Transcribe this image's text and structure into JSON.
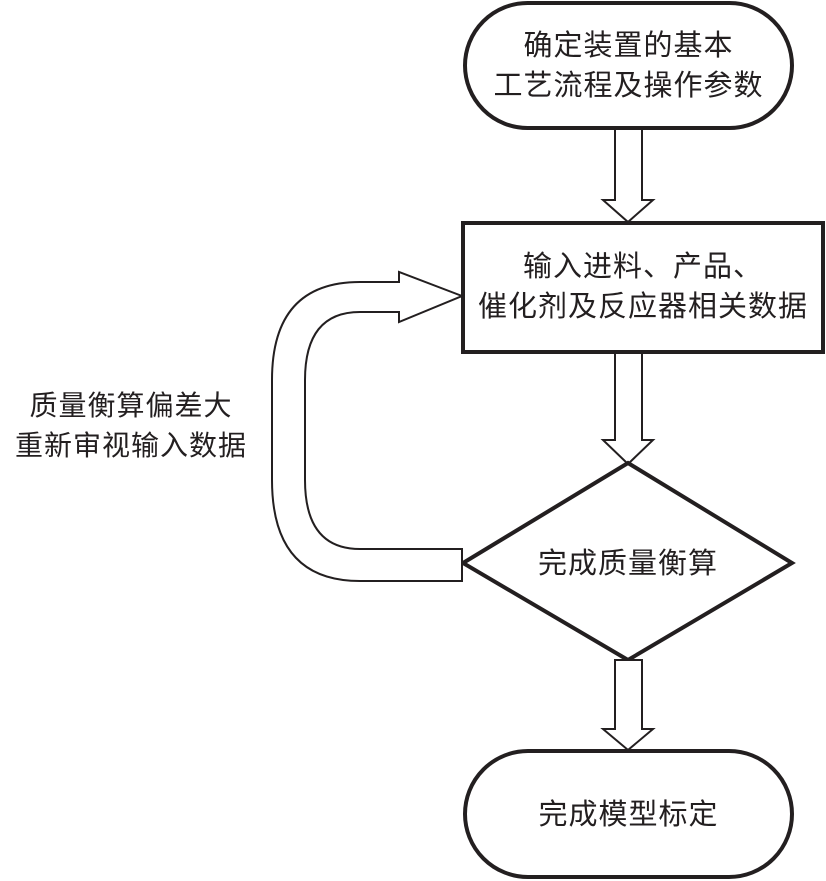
{
  "diagram": {
    "type": "flowchart",
    "colors": {
      "stroke": "#231f20",
      "fill": "#ffffff",
      "text": "#231f20"
    },
    "nodes": [
      {
        "id": "start",
        "shape": "terminator",
        "lines": [
          "确定装置的基本",
          "工艺流程及操作参数"
        ]
      },
      {
        "id": "input",
        "shape": "process",
        "lines": [
          "输入进料、产品、",
          "催化剂及反应器相关数据"
        ]
      },
      {
        "id": "balance",
        "shape": "decision",
        "lines": [
          "完成质量衡算"
        ]
      },
      {
        "id": "end",
        "shape": "terminator",
        "lines": [
          "完成模型标定"
        ]
      }
    ],
    "edges": [
      {
        "from": "start",
        "to": "input",
        "style": "block-arrow"
      },
      {
        "from": "input",
        "to": "balance",
        "style": "block-arrow"
      },
      {
        "from": "balance",
        "to": "input",
        "style": "curved-block-arrow",
        "label_lines": [
          "质量衡算偏差大",
          "重新审视输入数据"
        ]
      },
      {
        "from": "balance",
        "to": "end",
        "style": "block-arrow"
      }
    ]
  }
}
